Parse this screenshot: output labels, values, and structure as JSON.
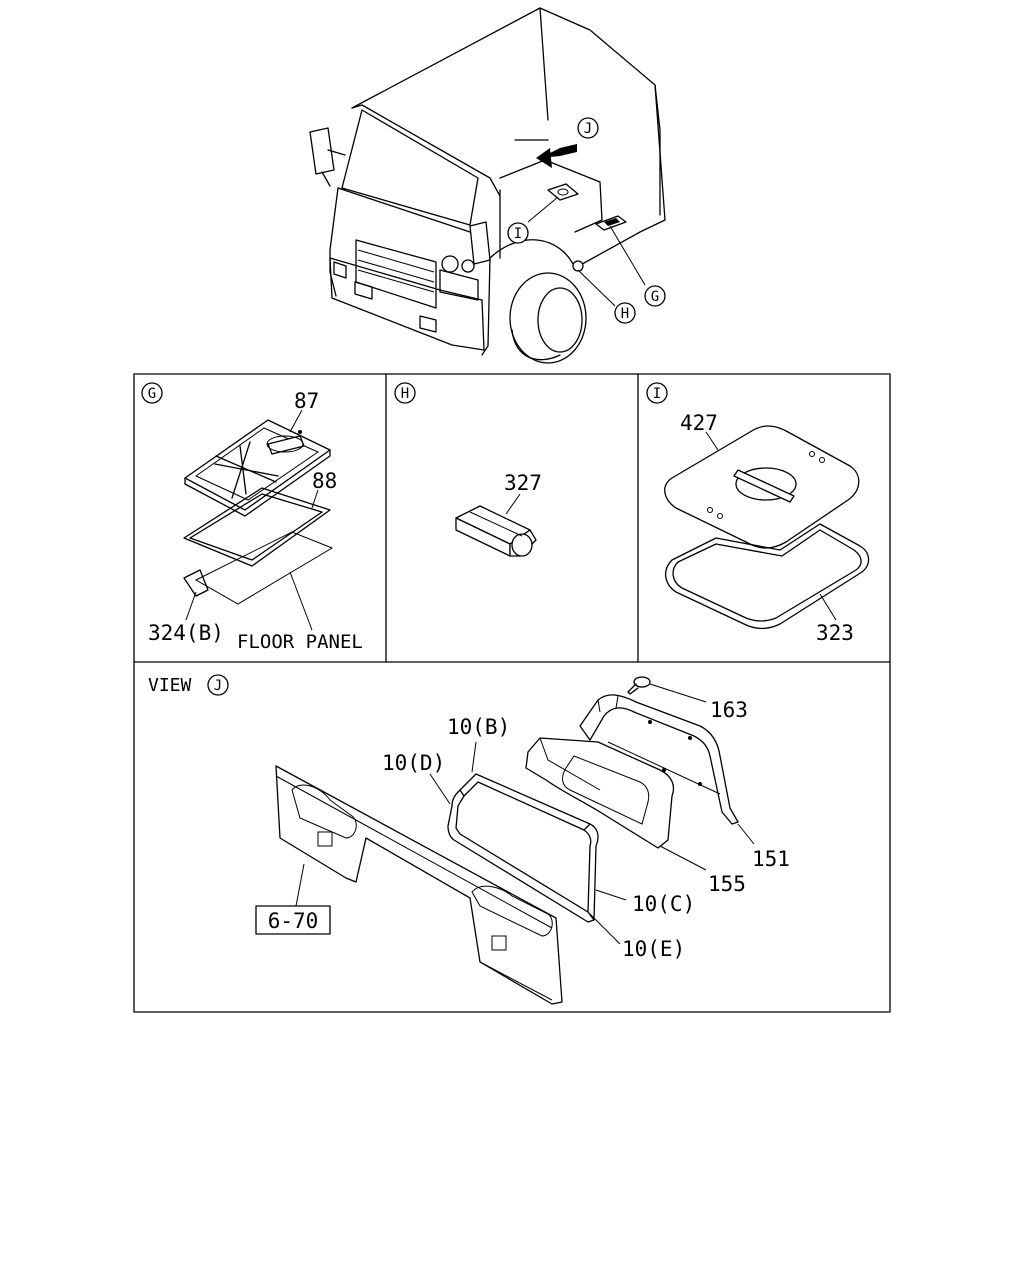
{
  "callouts": {
    "truck": {
      "J": "J",
      "I": "I",
      "G": "G",
      "H": "H"
    }
  },
  "panels": {
    "G": {
      "letter": "G",
      "labels": {
        "p87": "87",
        "p88": "88",
        "p324b": "324(B)",
        "floor_panel": "FLOOR PANEL"
      }
    },
    "H": {
      "letter": "H",
      "labels": {
        "p327": "327"
      }
    },
    "I": {
      "letter": "I",
      "labels": {
        "p427": "427",
        "p323": "323"
      }
    },
    "J": {
      "view_prefix": "VIEW",
      "letter": "J",
      "labels": {
        "p163": "163",
        "p10b": "10(B)",
        "p10d": "10(D)",
        "p151": "151",
        "p155": "155",
        "p10c": "10(C)",
        "p10e": "10(E)",
        "ref": "6-70"
      }
    }
  }
}
